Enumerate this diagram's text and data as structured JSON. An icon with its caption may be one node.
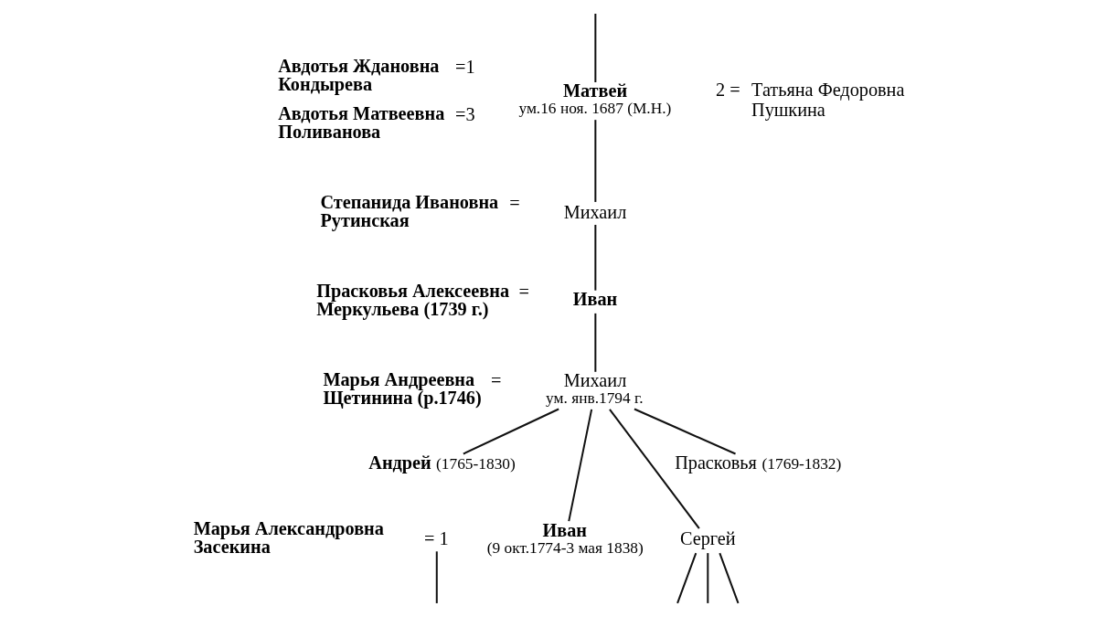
{
  "diagram": {
    "nodes": [
      {
        "text": [
          "Матвей",
          "ум.16 ноя. 1687 (М.Н.)"
        ]
      },
      {
        "text": [
          "Михаил"
        ]
      },
      {
        "text": [
          "Иван"
        ]
      },
      {
        "text": [
          "Михаил",
          "ум. янв.1794 г."
        ]
      },
      {
        "text": [
          "Андрей"
        ],
        "beside": [
          "(1765-1830)"
        ]
      },
      {
        "text": [
          "Прасковья"
        ],
        "beside": [
          "(1769-1832)"
        ]
      },
      {
        "text": [
          "= 1"
        ]
      },
      {
        "text": [
          "Иван",
          "(9 окт.1774-3 мая 1838)"
        ]
      },
      {
        "text": [
          "Сергей"
        ]
      }
    ],
    "edges": [
      {
        "from": null,
        "to": 0,
        "arrow": "none"
      },
      {
        "from": 0,
        "to": 1,
        "arrow": "none"
      },
      {
        "from": 1,
        "to": 2,
        "arrow": "none"
      },
      {
        "from": 2,
        "to": 3,
        "arrow": "none"
      },
      {
        "from": 3,
        "to": 4,
        "arrow": "none"
      },
      {
        "from": 3,
        "to": 7,
        "arrow": "none"
      },
      {
        "from": 3,
        "to": 8,
        "arrow": "none"
      },
      {
        "from": 3,
        "to": 5,
        "arrow": "none"
      },
      {
        "from": 6,
        "to": null,
        "arrow": "none"
      },
      {
        "from": 8,
        "to": null,
        "arrow": "none"
      },
      {
        "from": 8,
        "to": null,
        "arrow": "none"
      },
      {
        "from": 8,
        "to": null,
        "arrow": "none"
      }
    ],
    "labels": [
      "Авдотья Ждановна Кондырева",
      "=1",
      "2 =",
      "Татьяна Федоровна Пушкина",
      "Авдотья Матвеевна Поливанова",
      "=3",
      "Степанида Ивановна Рутинская",
      "=",
      "Прасковья Алексеевна Меркульева (1739 г.)",
      "=",
      "Марья Андреевна Щетинина (р.1746)",
      "=",
      "Марья Александровна Засекина"
    ]
  }
}
